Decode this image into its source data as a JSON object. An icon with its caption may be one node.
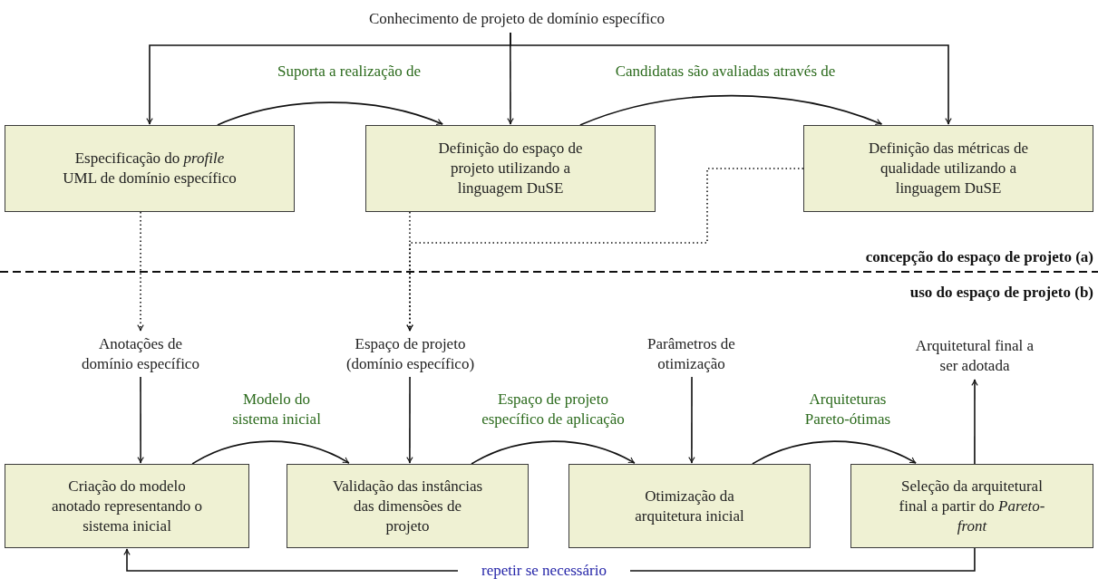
{
  "diagram": {
    "nodes": [
      {
        "text": [
          "Conhecimento de projeto de domínio específico"
        ]
      },
      {
        "text": [
          "Especificação do *profile* UML de domínio específico"
        ]
      },
      {
        "text": [
          "Definição do espaço de projeto utilizando a linguagem DuSE"
        ]
      },
      {
        "text": [
          "Definição das métricas de qualidade utilizando a linguagem DuSE"
        ]
      },
      {
        "text": [
          "Anotações de domínio específico"
        ]
      },
      {
        "text": [
          "Espaço de projeto (domínio específico)"
        ]
      },
      {
        "text": [
          "Parâmetros de otimização"
        ]
      },
      {
        "text": [
          "Arquitetural final a ser adotada"
        ]
      },
      {
        "text": [
          "Criação do modelo anotado representando o sistema inicial"
        ]
      },
      {
        "text": [
          "Validação das instâncias das dimensões de projeto"
        ]
      },
      {
        "text": [
          "Otimização da arquitetura inicial"
        ]
      },
      {
        "text": [
          "Seleção da arquitetural final a partir do *Pareto-front*"
        ]
      }
    ],
    "edges": [
      {
        "from": 0,
        "to": 1,
        "arrow": "to"
      },
      {
        "from": 0,
        "to": 2,
        "arrow": "to"
      },
      {
        "from": 0,
        "to": 3,
        "arrow": "to"
      },
      {
        "from": 1,
        "to": 2,
        "arrow": "to",
        "label": "Suporta a realização de"
      },
      {
        "from": 2,
        "to": 3,
        "arrow": "to",
        "label": "Candidatas são avaliadas através de"
      },
      {
        "from": 1,
        "to": 4,
        "arrow": "to",
        "style": "dashed"
      },
      {
        "from": 2,
        "to": 5,
        "arrow": "to",
        "style": "dashed"
      },
      {
        "from": 3,
        "to": 5,
        "arrow": "to",
        "style": "dashed"
      },
      {
        "from": 4,
        "to": 8,
        "arrow": "to"
      },
      {
        "from": 5,
        "to": 9,
        "arrow": "to"
      },
      {
        "from": 6,
        "to": 10,
        "arrow": "to"
      },
      {
        "from": 11,
        "to": 7,
        "arrow": "to"
      },
      {
        "from": 8,
        "to": 9,
        "arrow": "to",
        "label": "Modelo do sistema inicial"
      },
      {
        "from": 9,
        "to": 10,
        "arrow": "to",
        "label": "Espaço de projeto específico de aplicação"
      },
      {
        "from": 10,
        "to": 11,
        "arrow": "to",
        "label": "Arquiteturas Pareto-ótimas"
      },
      {
        "from": 11,
        "to": 8,
        "arrow": "to",
        "label": "repetir se necessário"
      }
    ],
    "labels": [
      "concepção do espaço de projeto (a)",
      "uso do espaço de projeto (b)"
    ]
  }
}
